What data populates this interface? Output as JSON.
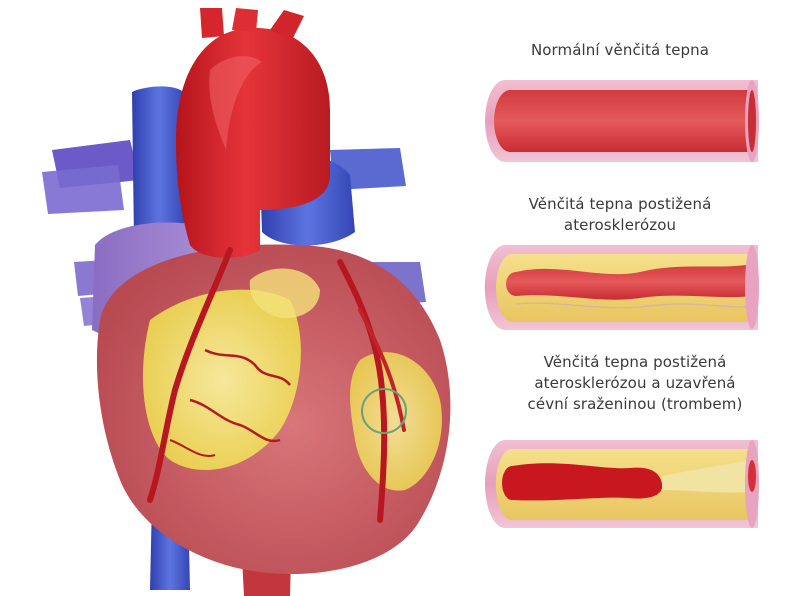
{
  "labels": {
    "normal_artery": "Normální věnčitá tepna",
    "atherosclerotic_artery": [
      "Věnčitá tepna postižená",
      "aterosklerózou"
    ],
    "thrombosed_artery": [
      "Věnčitá tepna postižená",
      "aterosklerózou a uzavřená",
      "cévní sraženinou (trombem)"
    ]
  },
  "colors": {
    "aorta": "#d8262a",
    "vein_blue": "#4a5fd0",
    "heart_muscle": "#cc5a5e",
    "fat_yellow": "#f3e468",
    "purple_atrium": "#9b79c8",
    "plaque": "#f2d67a",
    "vessel_wall": "#e9a7bf"
  }
}
